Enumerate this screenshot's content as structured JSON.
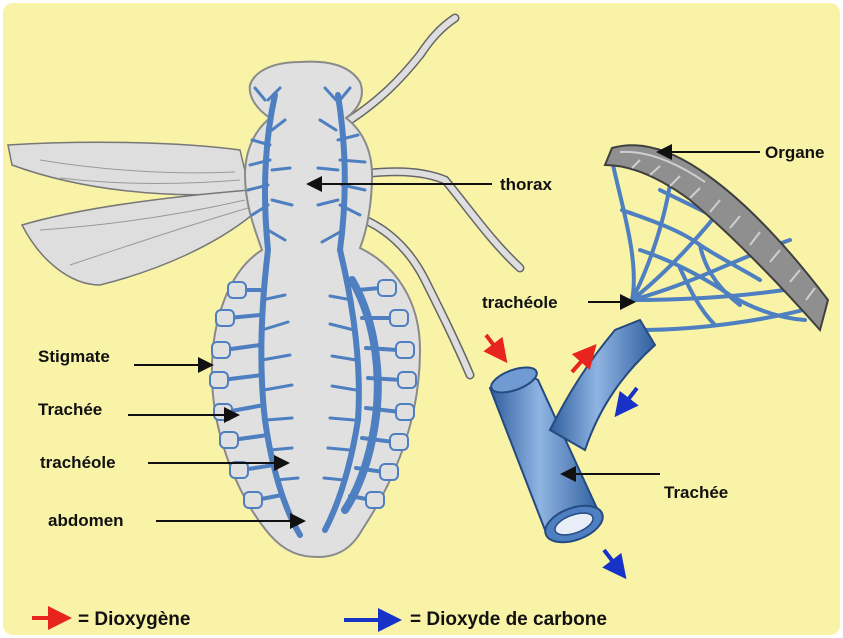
{
  "colors": {
    "background": "#f9f3a8",
    "body_fill": "#e2e2e2",
    "tube_blue": "#4e7fc0",
    "oxygen_arrow": "#e8241e",
    "co2_arrow": "#1733c7"
  },
  "labels": {
    "thorax": "thorax",
    "organe": "Organe",
    "tracheole_right": "trachéole",
    "stigmate": "Stigmate",
    "trachee_left": "Trachée",
    "tracheole_left": "trachéole",
    "abdomen": "abdomen",
    "trachee_right": "Trachée"
  },
  "legend": {
    "oxygen": "= Dioxygène",
    "co2": "= Dioxyde de carbone"
  }
}
